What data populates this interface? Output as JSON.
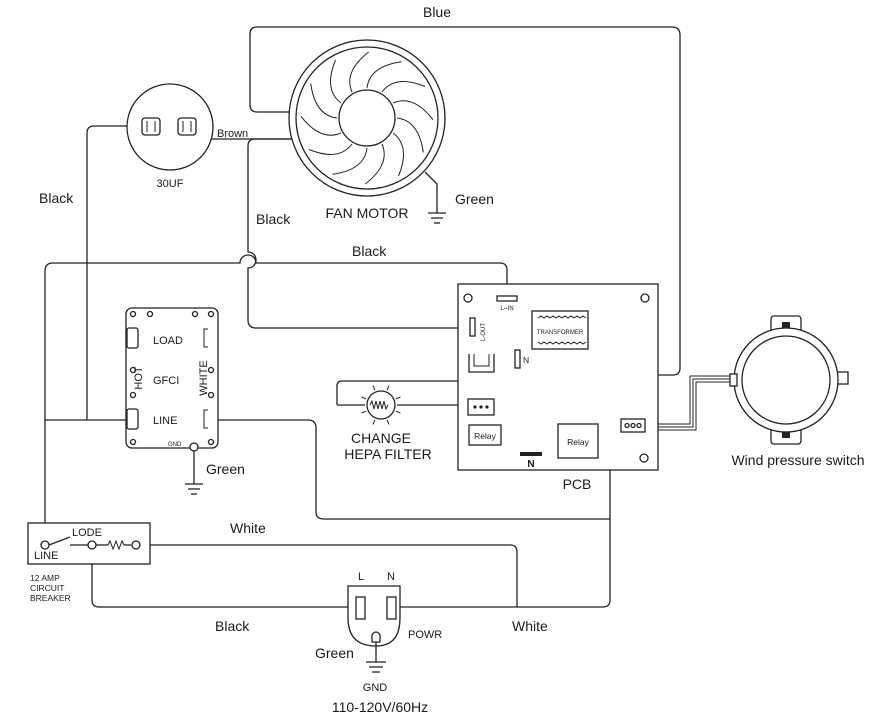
{
  "wires": {
    "blue": "Blue",
    "brown": "Brown",
    "black_left": "Black",
    "black_inner": "Black",
    "black_top": "Black",
    "green_fan": "Green",
    "green_gfci": "Green",
    "white_top": "White",
    "black_bottom": "Black",
    "white_bottom": "White",
    "green_plug": "Green"
  },
  "capacitor": {
    "label": "30UF"
  },
  "fan": {
    "label": "FAN MOTOR"
  },
  "gfci": {
    "load": "LOAD",
    "gfci": "GFCI",
    "line": "LINE",
    "hot": "HOT",
    "white": "WHITE",
    "gnd": "GND"
  },
  "pcb": {
    "label": "PCB",
    "lin": "L--IN",
    "lout": "L-OUT",
    "transformer": "TRANSFORMER",
    "n_small": "N",
    "n_big": "N",
    "relay1": "Relay",
    "relay2": "Relay"
  },
  "hepa": {
    "line1": "CHANGE",
    "line2": "HEPA FILTER"
  },
  "pressure_switch": {
    "label": "Wind pressure switch"
  },
  "breaker": {
    "lode": "LODE",
    "line": "LINE",
    "caption": [
      "12 AMP",
      "CIRCUIT",
      "BREAKER"
    ]
  },
  "plug": {
    "l": "L",
    "n": "N",
    "powr": "POWR",
    "gnd": "GND",
    "supply": "110-120V/60Hz"
  }
}
